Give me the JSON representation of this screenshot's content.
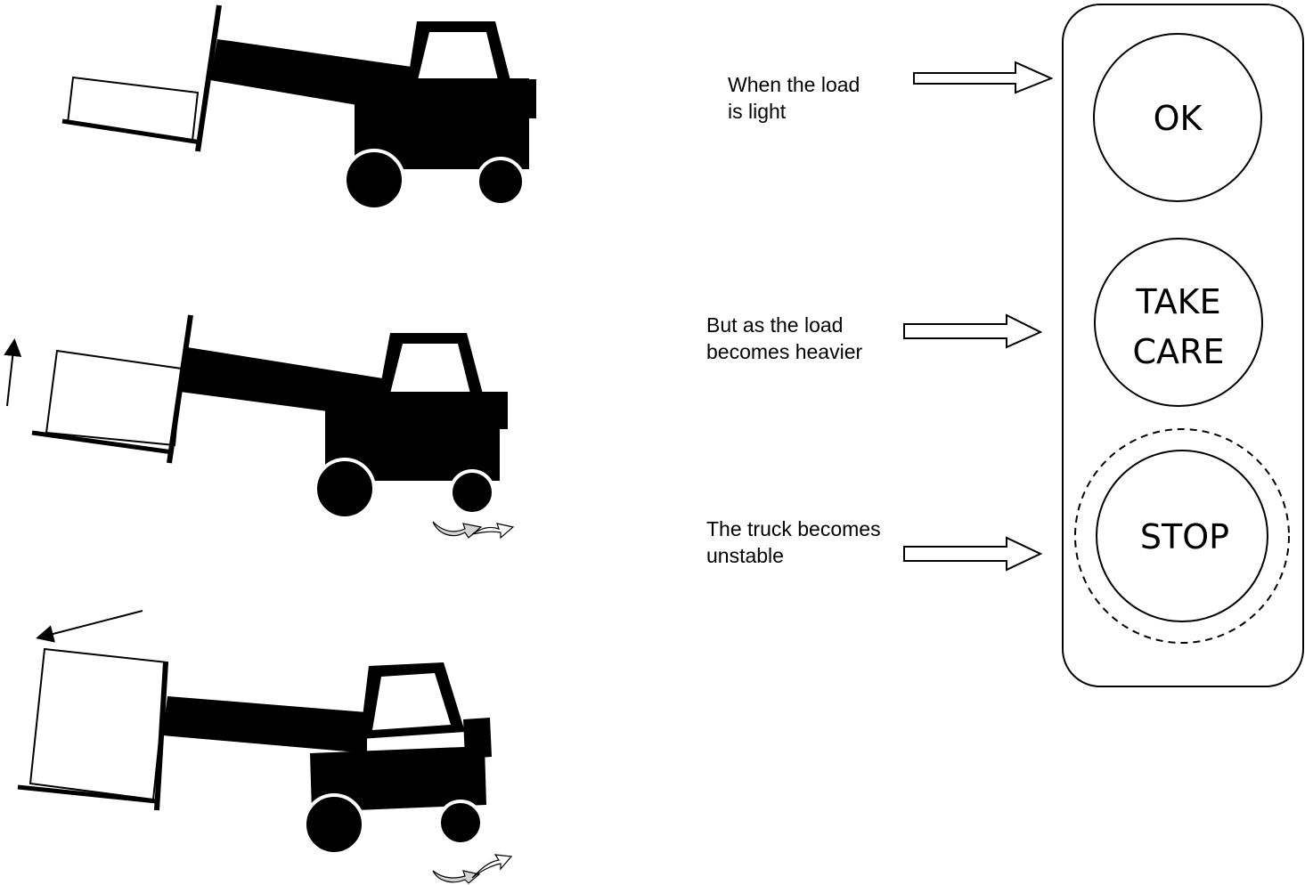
{
  "colors": {
    "ink": "#000000",
    "paper": "#ffffff",
    "shadow_arrow": "#d3d3d3"
  },
  "stages": [
    {
      "caption_line1": "When the load",
      "caption_line2": "is light"
    },
    {
      "caption_line1": "But as the load",
      "caption_line2": "becomes heavier"
    },
    {
      "caption_line1": "The truck becomes",
      "caption_line2": "unstable"
    }
  ],
  "signal_panel": {
    "lights": [
      {
        "label_line1": "OK",
        "label_line2": ""
      },
      {
        "label_line1": "TAKE",
        "label_line2": "CARE"
      },
      {
        "label_line1": "STOP",
        "label_line2": ""
      }
    ]
  }
}
